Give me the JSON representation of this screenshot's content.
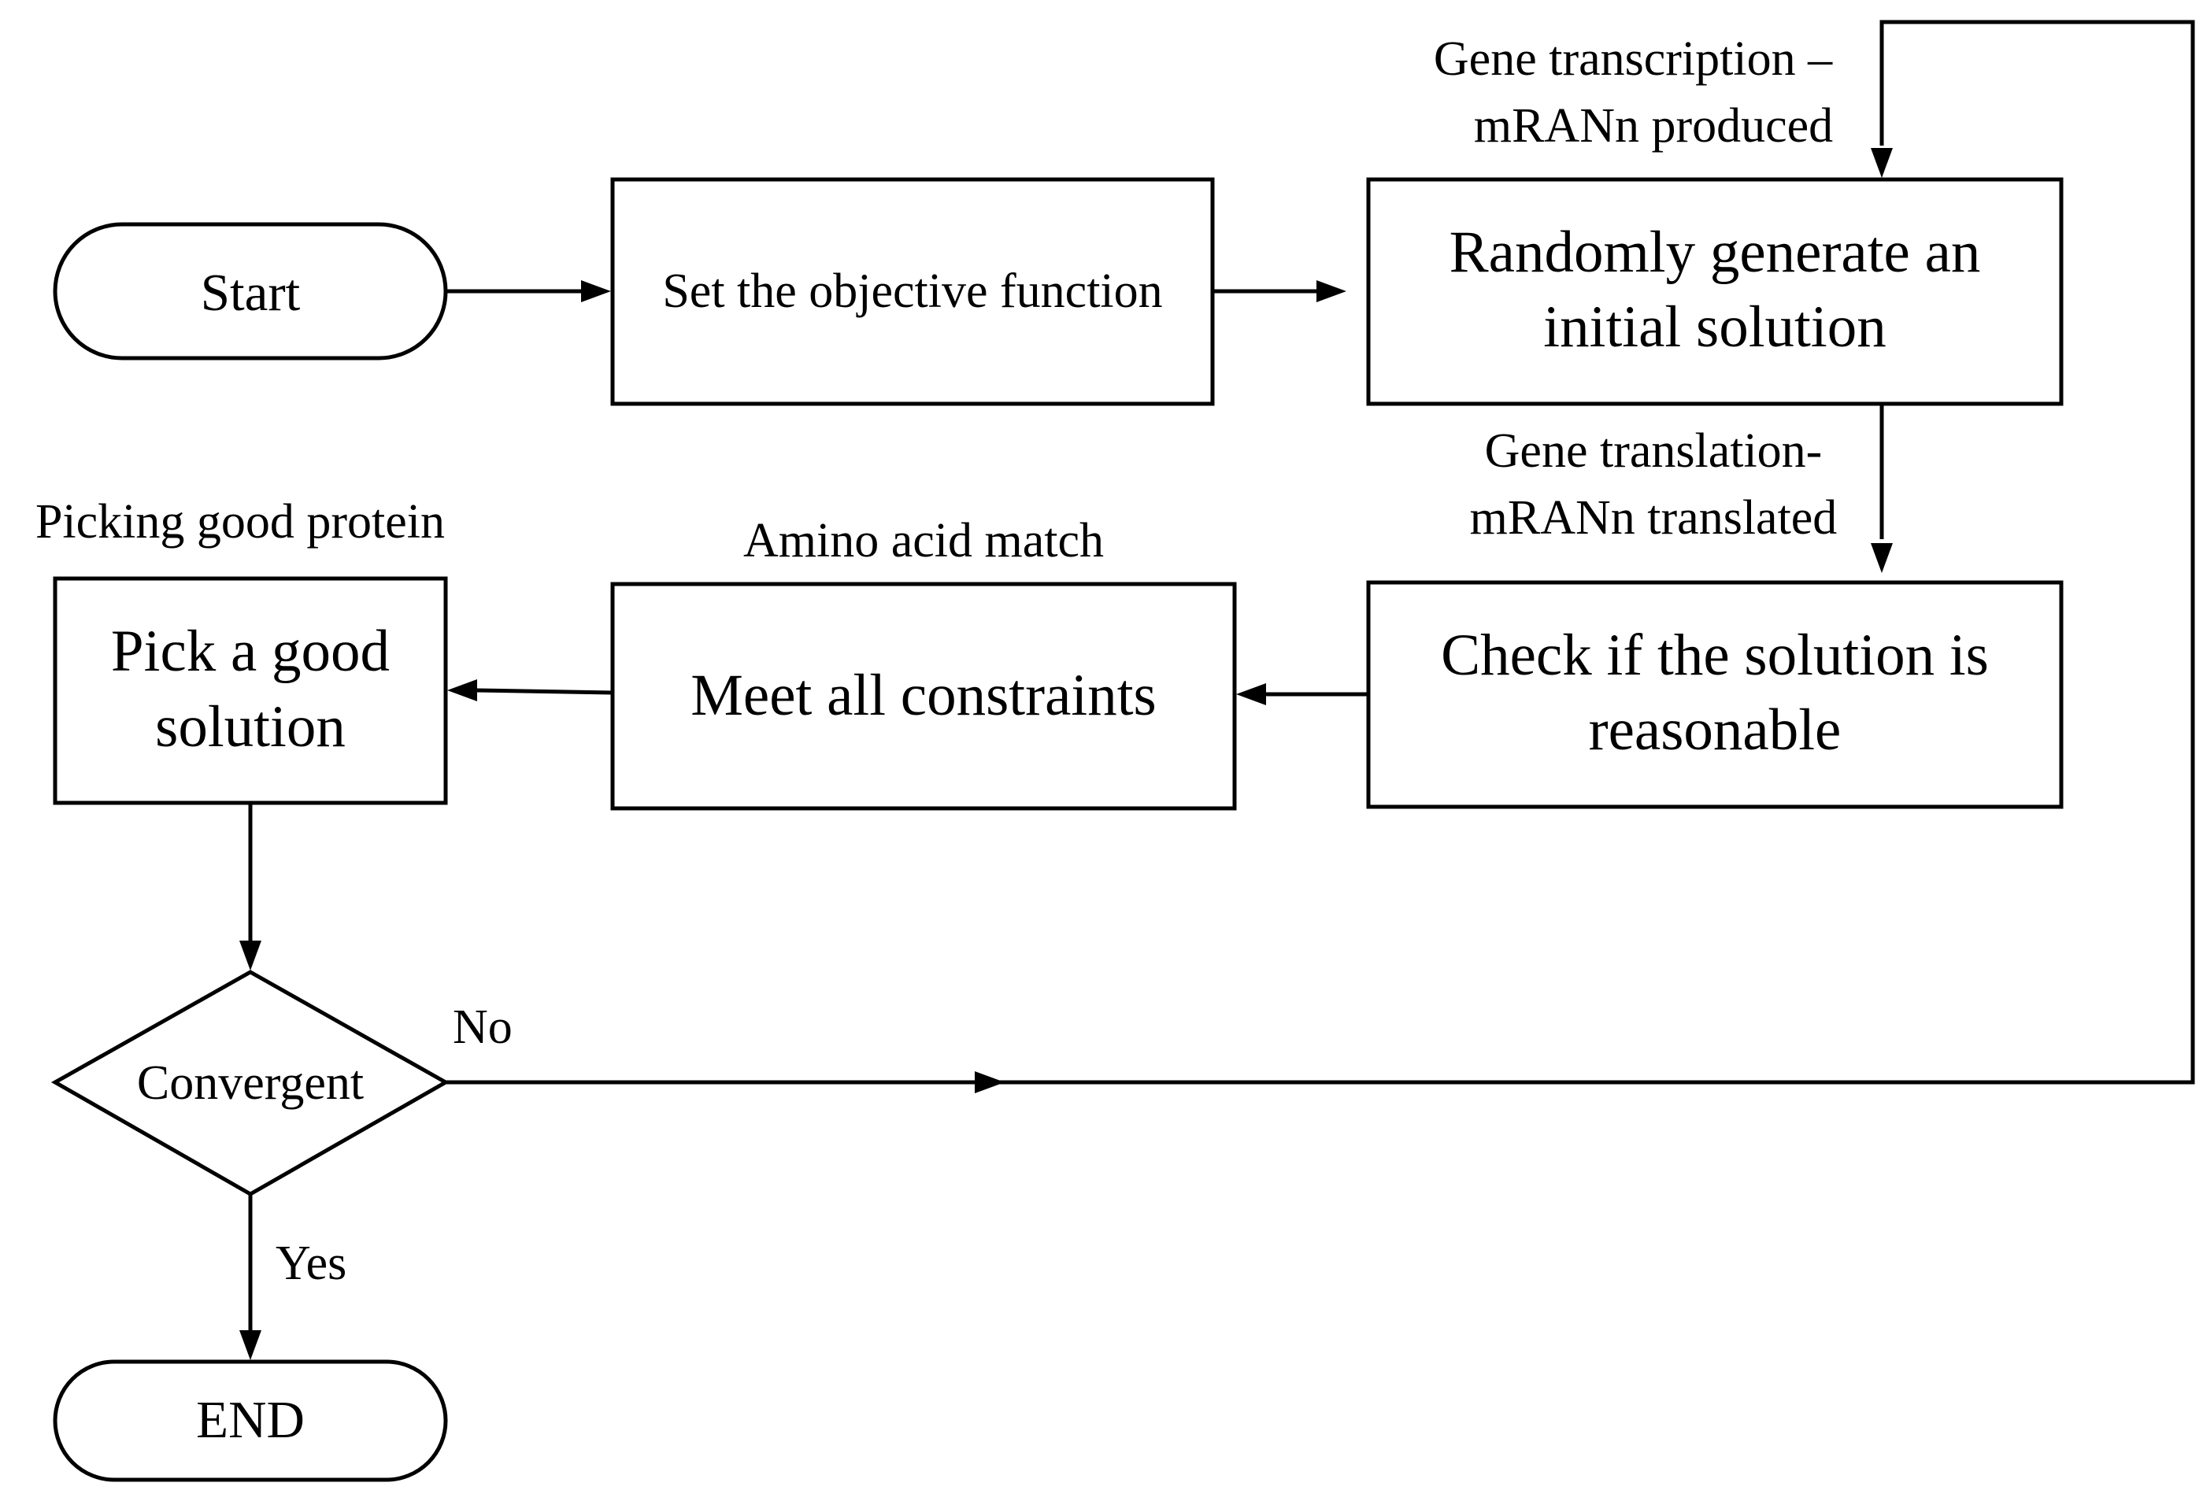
{
  "nodes": {
    "start": "Start",
    "objective": "Set the objective function",
    "initial": [
      "Randomly generate an",
      "initial solution"
    ],
    "check": [
      "Check if the solution is",
      "reasonable"
    ],
    "constraints": "Meet all constraints",
    "pick": [
      "Pick a good",
      "solution"
    ],
    "convergent": "Convergent",
    "end": "END"
  },
  "annotations": {
    "transcription": [
      "Gene transcription –",
      "mRANn produced"
    ],
    "translation": [
      "Gene translation-",
      "mRANn translated"
    ],
    "amino": "Amino acid match",
    "picking": "Picking good protein"
  },
  "edge_labels": {
    "no": "No",
    "yes": "Yes"
  }
}
